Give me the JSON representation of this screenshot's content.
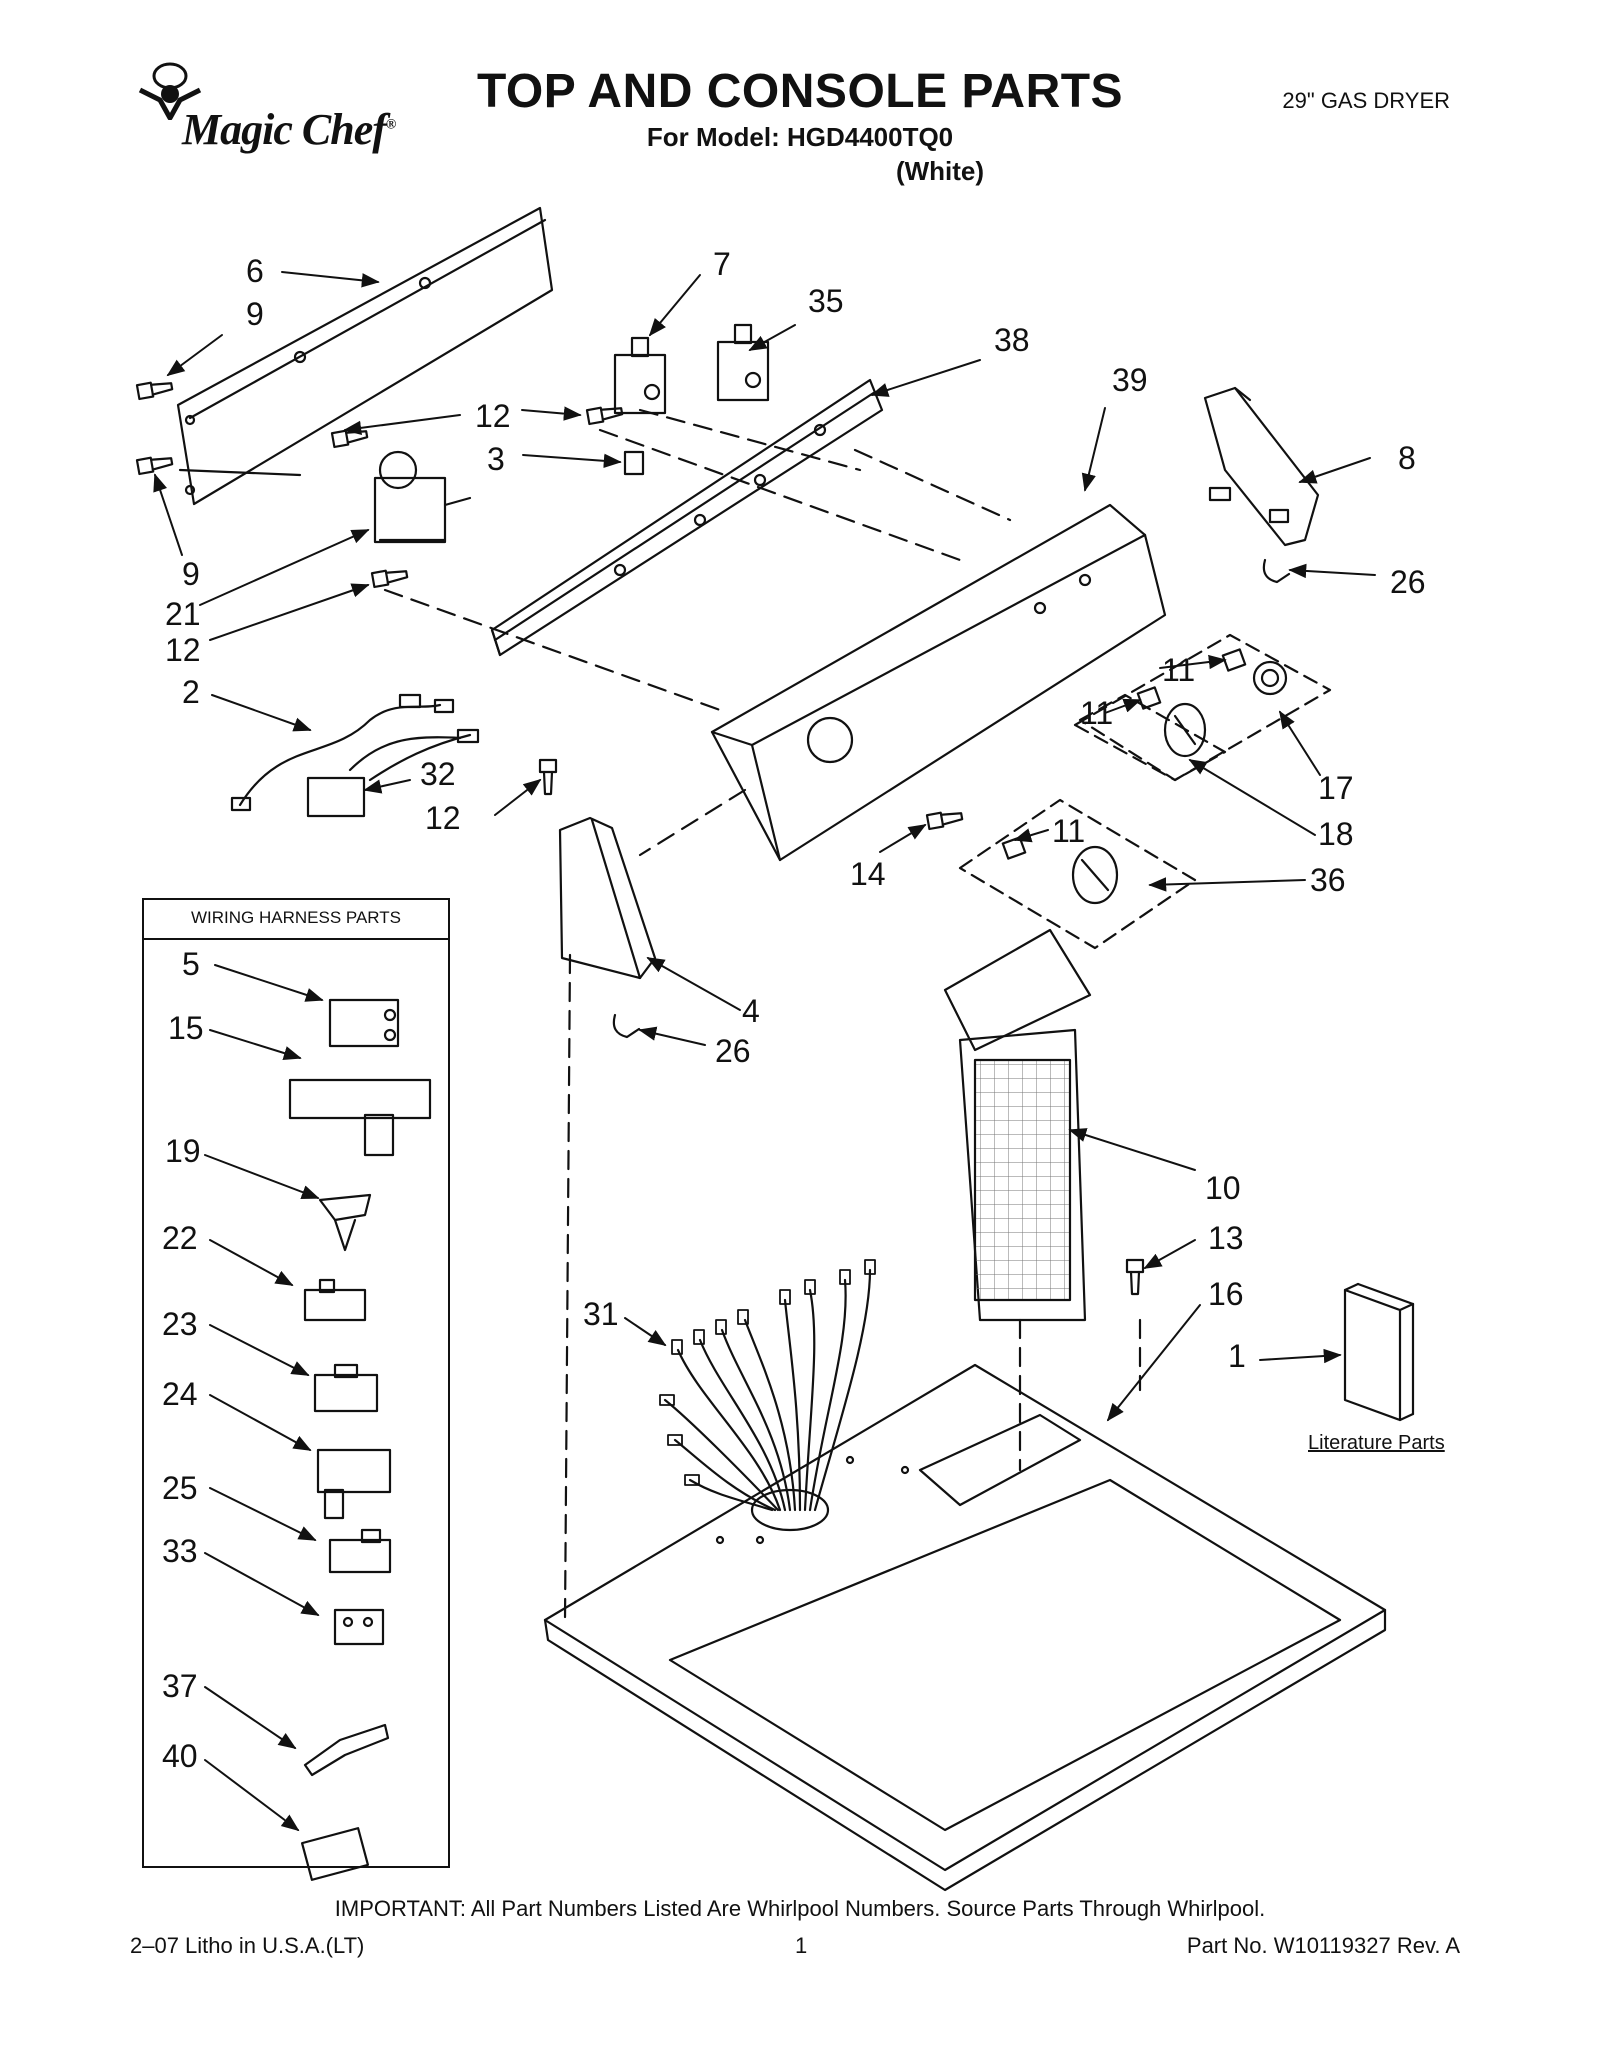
{
  "header": {
    "logo_text": "Magic Chef",
    "logo_mark": "®",
    "title": "TOP AND CONSOLE PARTS",
    "model": "For Model: HGD4400TQ0",
    "color": "(White)",
    "dryer_type": "29\" GAS DRYER"
  },
  "harness_panel": {
    "title": "WIRING HARNESS PARTS"
  },
  "literature_label": "Literature Parts",
  "footer": {
    "important": "IMPORTANT: All Part Numbers Listed Are Whirlpool Numbers. Source Parts Through Whirlpool.",
    "litho": "2–07 Litho in U.S.A.(LT)",
    "page": "1",
    "part_no": "Part No. W10119327 Rev. A"
  },
  "callouts": {
    "c6": "6",
    "c9a": "9",
    "c7": "7",
    "c35": "35",
    "c38": "38",
    "c39": "39",
    "c8": "8",
    "c12a": "12",
    "c12b": "12",
    "c3": "3",
    "c9b": "9",
    "c21": "21",
    "c12c": "12",
    "c26a": "26",
    "c2": "2",
    "c11a": "11",
    "c11b": "11",
    "c17": "17",
    "c32": "32",
    "c12d": "12",
    "c18": "18",
    "c11c": "11",
    "c14": "14",
    "c36": "36",
    "c5": "5",
    "c4": "4",
    "c26b": "26",
    "c15": "15",
    "c10": "10",
    "c19": "19",
    "c13": "13",
    "c22": "22",
    "c16": "16",
    "c31": "31",
    "c23": "23",
    "c1": "1",
    "c24": "24",
    "c25": "25",
    "c33": "33",
    "c37": "37",
    "c40": "40"
  }
}
